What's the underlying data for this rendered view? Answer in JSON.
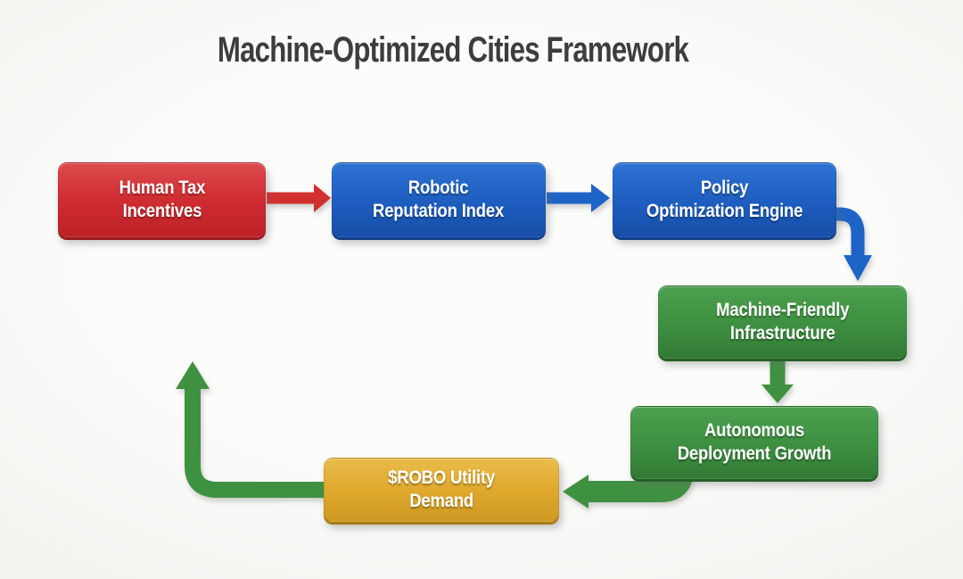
{
  "title": "Machine-Optimized Cities Framework",
  "colors": {
    "red": "#d2302f",
    "blue": "#1d64c6",
    "green": "#3f9142",
    "yellow": "#e0a92e",
    "box_text": "#ffffff",
    "title_text": "#3d3d3d",
    "background": "#f8f8f6"
  },
  "nodes": [
    {
      "id": "human-tax-incentives",
      "line1": "Human Tax",
      "line2": "Incentives",
      "color": "red"
    },
    {
      "id": "robotic-reputation-index",
      "line1": "Robotic",
      "line2": "Reputation Index",
      "color": "blue"
    },
    {
      "id": "policy-optimization-engine",
      "line1": "Policy",
      "line2": "Optimization Engine",
      "color": "blue"
    },
    {
      "id": "machine-friendly-infrastructure",
      "line1": "Machine-Friendly",
      "line2": "Infrastructure",
      "color": "green"
    },
    {
      "id": "autonomous-deployment-growth",
      "line1": "Autonomous",
      "line2": "Deployment Growth",
      "color": "green"
    },
    {
      "id": "robo-utility-demand",
      "line1": "$ROBO Utility",
      "line2": "Demand",
      "color": "yellow"
    }
  ],
  "edges": [
    {
      "from": "human-tax-incentives",
      "to": "robotic-reputation-index",
      "color": "red",
      "shape": "straight-right"
    },
    {
      "from": "robotic-reputation-index",
      "to": "policy-optimization-engine",
      "color": "blue",
      "shape": "straight-right"
    },
    {
      "from": "policy-optimization-engine",
      "to": "machine-friendly-infrastructure",
      "color": "blue",
      "shape": "curve-right-down"
    },
    {
      "from": "machine-friendly-infrastructure",
      "to": "autonomous-deployment-growth",
      "color": "green",
      "shape": "straight-down"
    },
    {
      "from": "autonomous-deployment-growth",
      "to": "robo-utility-demand",
      "color": "green",
      "shape": "curve-down-left"
    },
    {
      "from": "robo-utility-demand",
      "to": "feedback-loop-up",
      "color": "green",
      "shape": "elbow-left-up"
    }
  ]
}
